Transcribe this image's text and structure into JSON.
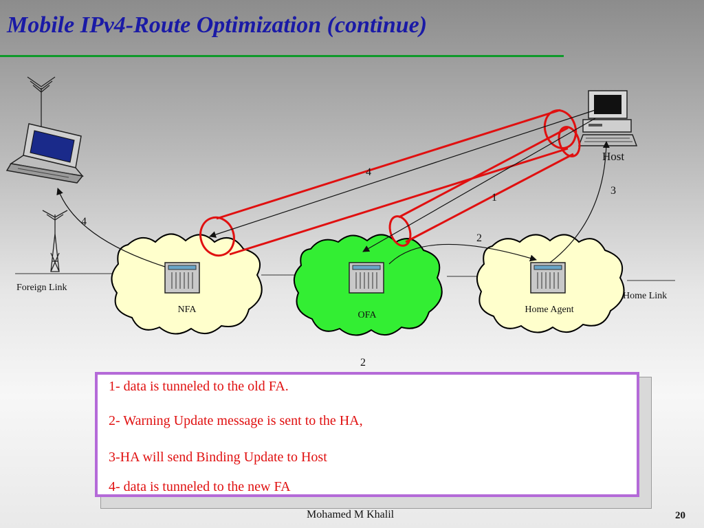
{
  "slide": {
    "title": "Mobile IPv4-Route Optimization (continue)",
    "author": "Mohamed M Khalil",
    "page_number": "20"
  },
  "colors": {
    "title": "#1a1aa6",
    "rule": "#0e9a2a",
    "tunnel": "#e01010",
    "cloud_default": "#ffffcc",
    "cloud_active": "#33ee33",
    "legend_border": "#b46ad8",
    "legend_text": "#e01010"
  },
  "diagram": {
    "nodes": {
      "nfa": "NFA",
      "ofa": "OFA",
      "home_agent": "Home Agent",
      "host": "Host"
    },
    "links": {
      "foreign": "Foreign Link",
      "home": "Home Link"
    },
    "step_numbers": {
      "tunnel_new": "4",
      "tunnel_old": "1",
      "warning": "2",
      "binding": "3",
      "deliver": "4",
      "below": "2"
    }
  },
  "legend": {
    "items": [
      "1- data is tunneled to the old FA.",
      "2- Warning Update message is sent to the HA,",
      "3-HA will send Binding Update to Host",
      "4- data is tunneled to the new FA"
    ]
  }
}
